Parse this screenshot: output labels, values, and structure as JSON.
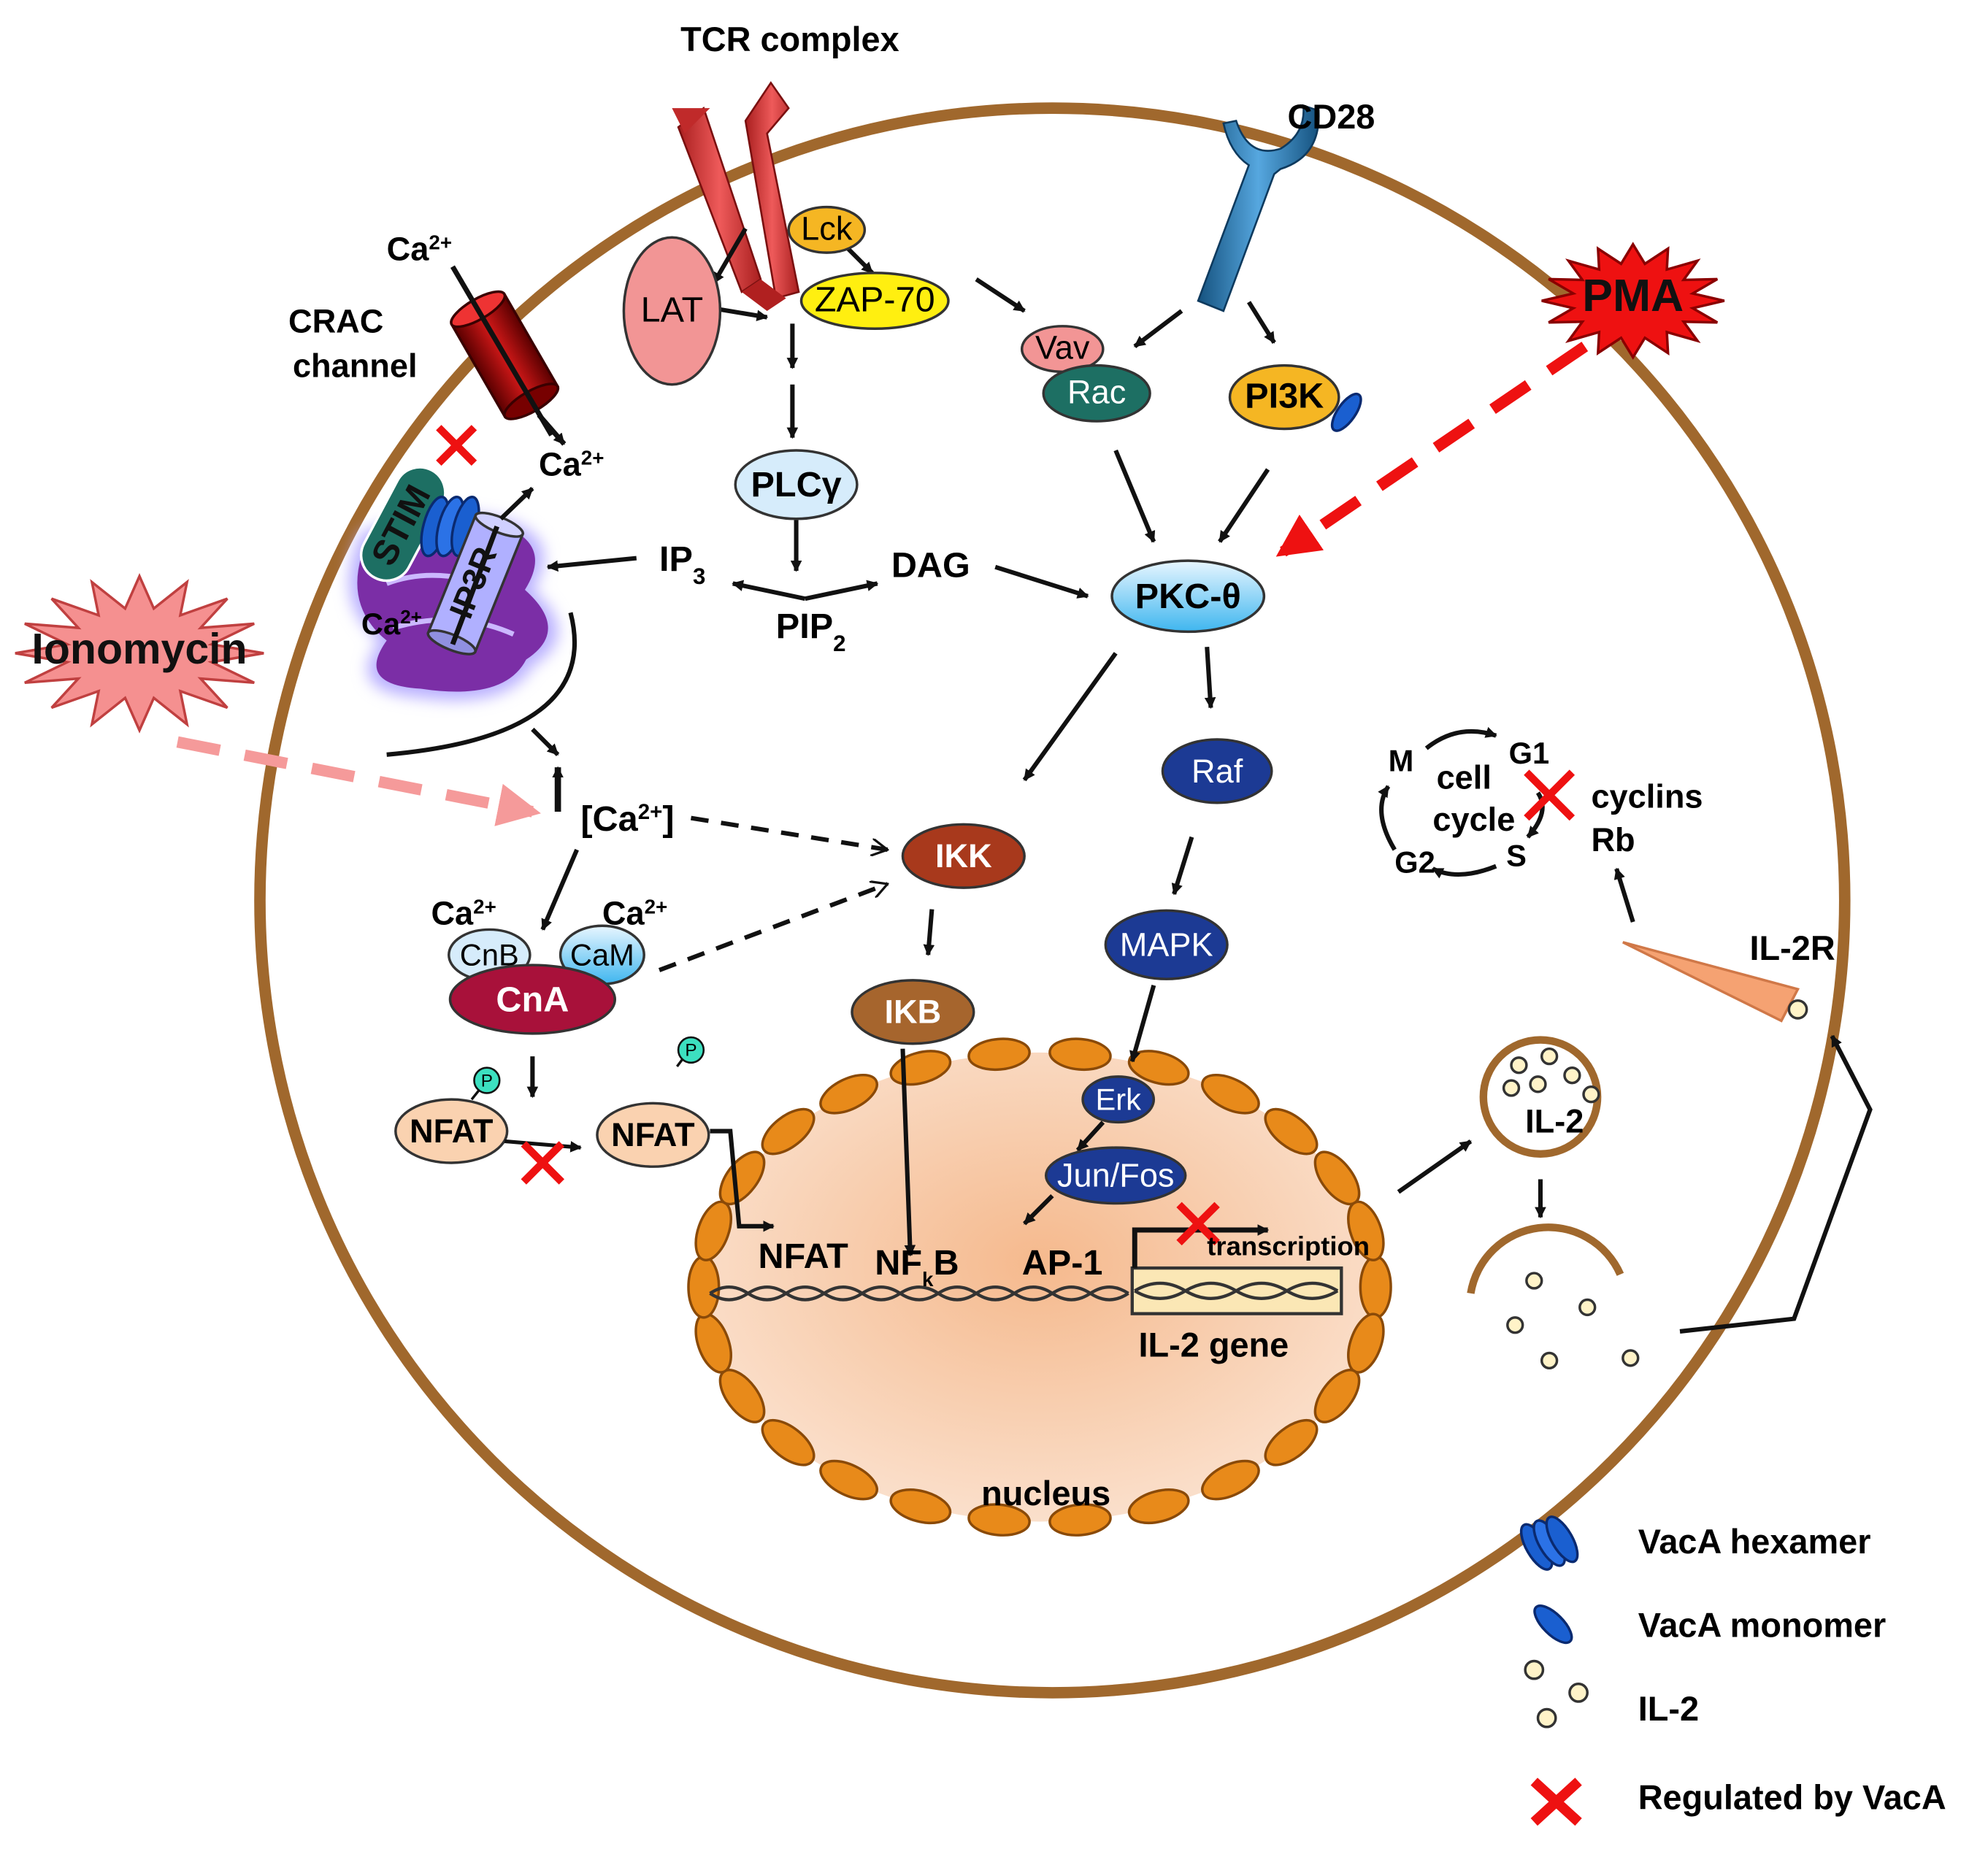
{
  "labels": {
    "tcr_complex": "TCR complex",
    "cd28": "CD28",
    "pma": "PMA",
    "ionomycin": "Ionomycin",
    "crac_line1": "CRAC",
    "crac_line2": "channel",
    "ca_top_base": "Ca",
    "ca_top_sup": "2+",
    "ca_mid_base": "Ca",
    "ca_mid_sup": "2+",
    "ca_er_base": "Ca",
    "ca_er_sup": "2+",
    "ca_cnb_base": "Ca",
    "ca_cnb_sup": "2+",
    "ca_cam_base": "Ca",
    "ca_cam_sup": "2+",
    "ip3_base": "IP",
    "ip3_sub": "3",
    "dag": "DAG",
    "pip2_base": "PIP",
    "pip2_sub": "2",
    "ca_conc_open": "[Ca",
    "ca_conc_sup": "2+",
    "ca_conc_close": "]",
    "nfat_nuc": "NFAT",
    "nfkb_base": "NF",
    "nfkb_sub": "k",
    "nfkb_end": "B",
    "ap1": "AP-1",
    "transcription": "transcription",
    "il2_gene": "IL-2 gene",
    "nucleus": "nucleus",
    "il2r": "IL-2R",
    "il2_vesicle": "IL-2",
    "cell_cycle_1": "cell",
    "cell_cycle_2": "cycle",
    "phase_m": "M",
    "phase_g1": "G1",
    "phase_s": "S",
    "phase_g2": "G2",
    "cyclins": "cyclins",
    "rb": "Rb"
  },
  "nodes": {
    "lck": "Lck",
    "lat": "LAT",
    "zap70": "ZAP-70",
    "vav": "Vav",
    "rac": "Rac",
    "pi3k": "PI3K",
    "plcg": "PLCγ",
    "pkc": "PKC-θ",
    "stim": "STIM",
    "ip3r": "IP3R",
    "raf": "Raf",
    "ikk": "IKK",
    "mapk": "MAPK",
    "ikb": "IKB",
    "erk": "Erk",
    "junfos": "Jun/Fos",
    "cnb": "CnB",
    "cam": "CaM",
    "cna": "CnA",
    "nfat1": "NFAT",
    "nfat2": "NFAT",
    "p1": "P",
    "p2": "P"
  },
  "legend": {
    "hexamer": "VacA hexamer",
    "monomer": "VacA monomer",
    "il2": "IL-2",
    "regulated": "Regulated by VacA"
  },
  "colors": {
    "membrane": "#a0682d",
    "nucleus_fill": "#f7c9a6",
    "nuclear_pore": "#e88a1a",
    "inhibit_x": "#ee1111",
    "tcr": "#d83030",
    "cd28": "#2f7fc0",
    "er": "#7e2fa8",
    "pma_star": "#ee1111",
    "ionomycin_star": "#f59090"
  }
}
